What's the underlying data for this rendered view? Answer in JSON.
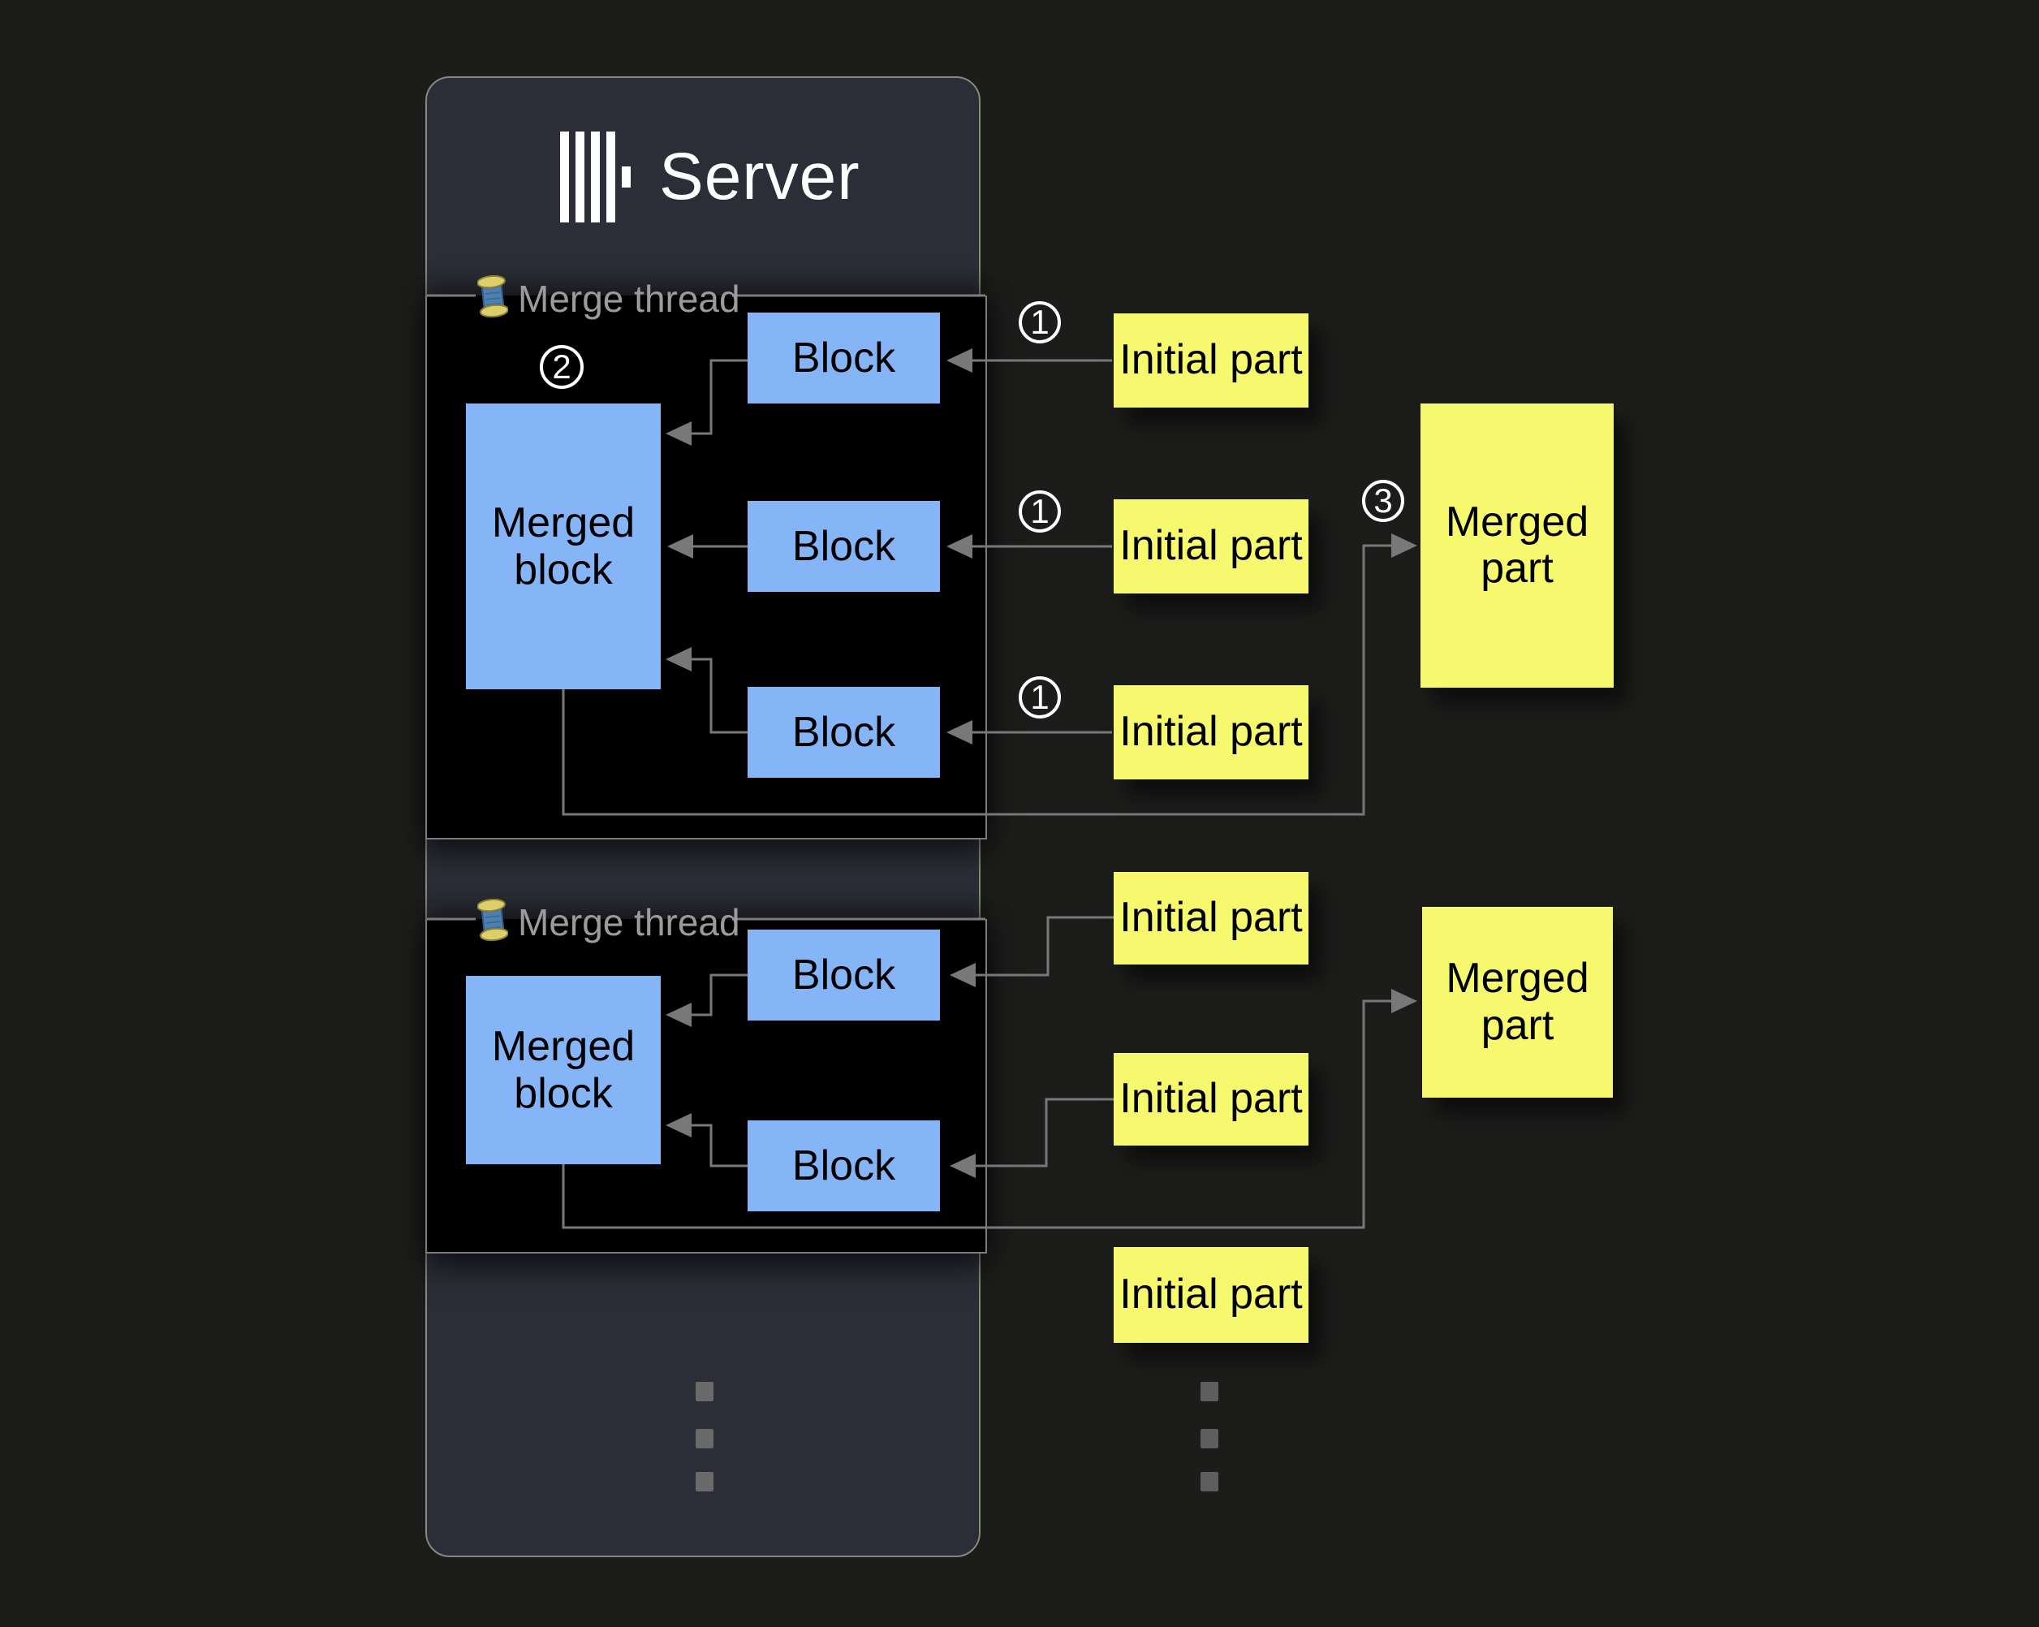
{
  "server": {
    "title": "Server"
  },
  "legend": {
    "label": "Merge thread"
  },
  "threads": [
    {
      "merged_block": "Merged block",
      "blocks": [
        "Block",
        "Block",
        "Block"
      ]
    },
    {
      "merged_block": "Merged block",
      "blocks": [
        "Block",
        "Block"
      ]
    }
  ],
  "initial_parts_top": [
    "Initial part",
    "Initial part",
    "Initial part"
  ],
  "initial_parts_bottom": [
    "Initial part",
    "Initial part",
    "Initial part"
  ],
  "merged_parts": [
    "Merged part",
    "Merged part"
  ],
  "step_badges": {
    "one": "1",
    "two": "2",
    "three": "3"
  },
  "colors": {
    "background": "#1c1c1b",
    "server_fill": "#2b2e36",
    "server_border": "#858a7f",
    "thread_panel": "#000000",
    "panel_border": "#7c7c7c",
    "block_fill": "#86b5f7",
    "part_fill": "#f6f96e",
    "box_text": "#000000",
    "arrow": "#787878",
    "legend_text": "#9b9b9b",
    "badge": "#ffffff",
    "title": "#ffffff",
    "dot_left": "#6a6a6a",
    "dot_right": "#5e5e5e"
  }
}
